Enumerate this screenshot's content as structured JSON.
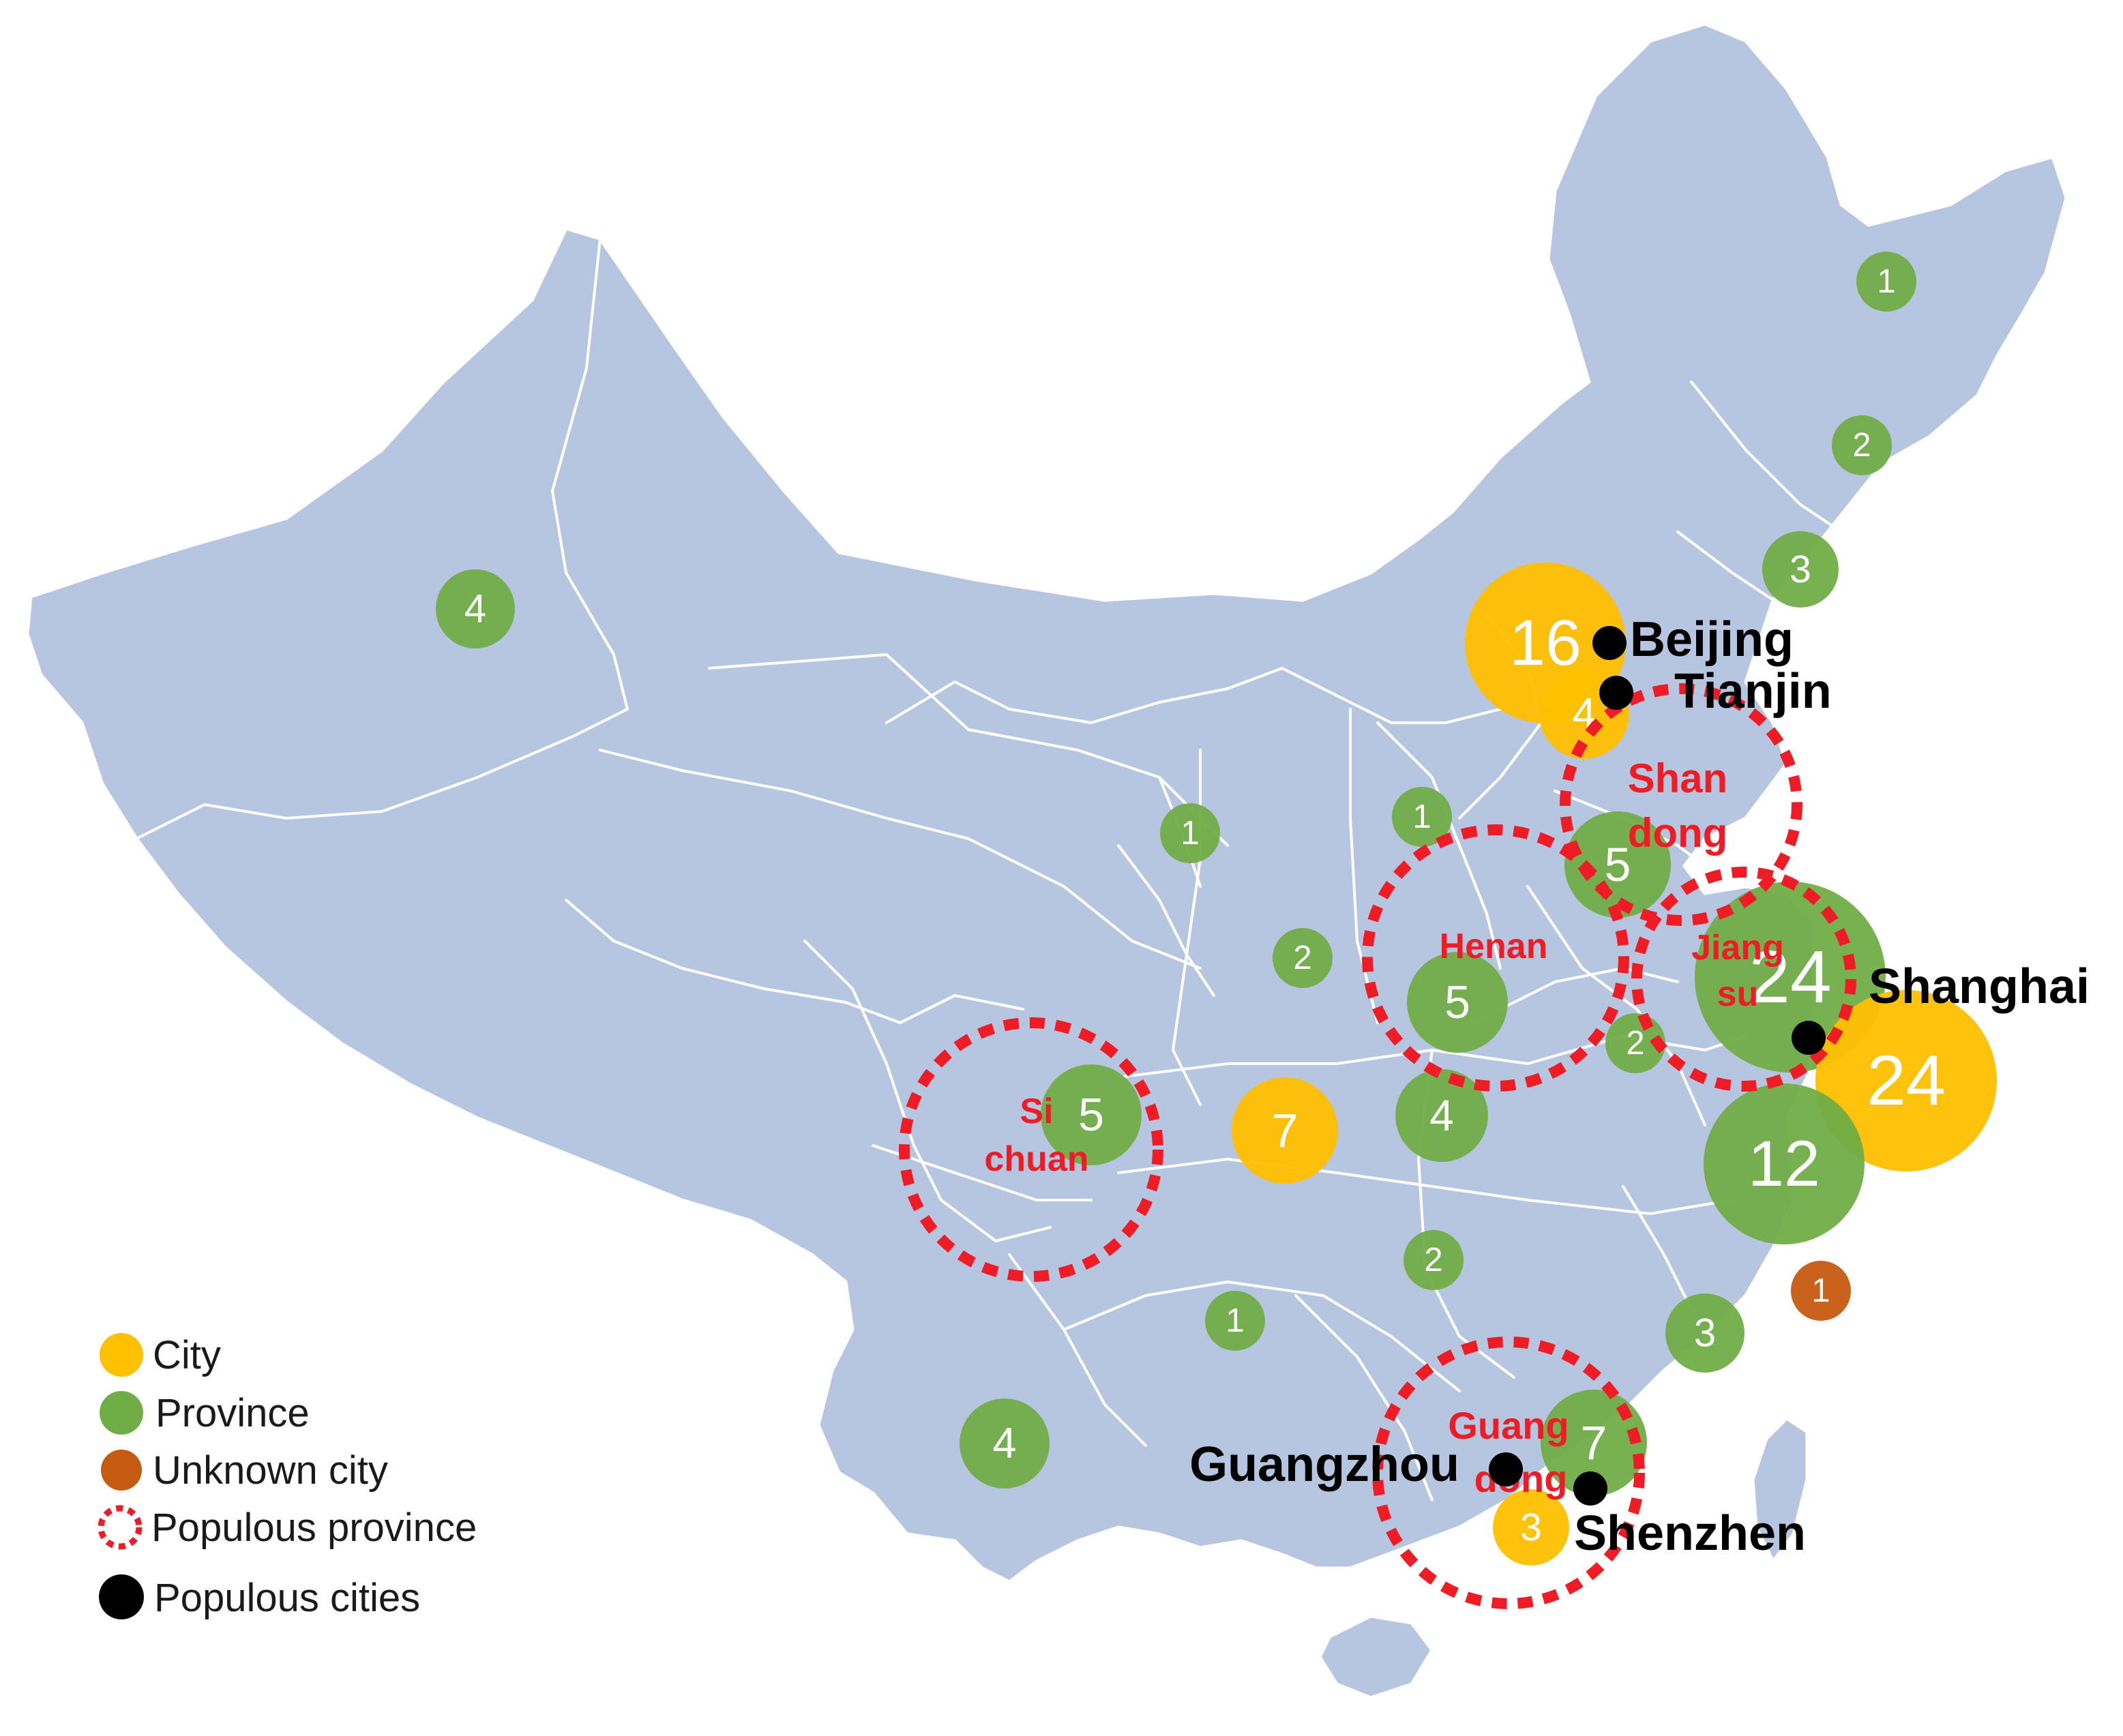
{
  "colors": {
    "city": "#ffc000",
    "province": "#70ad47",
    "unknown_city": "#c55a11",
    "populous_province": "#ee1c25",
    "populous_city": "#000000",
    "land": "#b7c6e0"
  },
  "legend": {
    "city": "City",
    "province": "Province",
    "unknown_city": "Unknown city",
    "populous_province": "Populous province",
    "populous_cities": "Populous cities"
  },
  "bubbles": [
    {
      "category": "province",
      "value": "4"
    },
    {
      "category": "province",
      "value": "1"
    },
    {
      "category": "province",
      "value": "2"
    },
    {
      "category": "province",
      "value": "3"
    },
    {
      "category": "city",
      "value": "16"
    },
    {
      "category": "city",
      "value": "4"
    },
    {
      "category": "province",
      "value": "1"
    },
    {
      "category": "province",
      "value": "1"
    },
    {
      "category": "province",
      "value": "5"
    },
    {
      "category": "province",
      "value": "2"
    },
    {
      "category": "province",
      "value": "5"
    },
    {
      "category": "province",
      "value": "24"
    },
    {
      "category": "province",
      "value": "2"
    },
    {
      "category": "city",
      "value": "24"
    },
    {
      "category": "province",
      "value": "5"
    },
    {
      "category": "city",
      "value": "7"
    },
    {
      "category": "province",
      "value": "4"
    },
    {
      "category": "province",
      "value": "12"
    },
    {
      "category": "unknown_city",
      "value": "1"
    },
    {
      "category": "province",
      "value": "2"
    },
    {
      "category": "province",
      "value": "1"
    },
    {
      "category": "province",
      "value": "3"
    },
    {
      "category": "province",
      "value": "4"
    },
    {
      "category": "province",
      "value": "7"
    },
    {
      "category": "city",
      "value": "3"
    }
  ],
  "populous_provinces": [
    {
      "label": [
        "Shan",
        "dong"
      ]
    },
    {
      "label": [
        "Henan"
      ]
    },
    {
      "label": [
        "Jiang",
        "su"
      ]
    },
    {
      "label": [
        "Si",
        "chuan"
      ]
    },
    {
      "label": [
        "Guang",
        "dong"
      ]
    }
  ],
  "populous_cities": [
    {
      "name": "Beijing"
    },
    {
      "name": "Tianjin"
    },
    {
      "name": "Shanghai"
    },
    {
      "name": "Guangzhou"
    },
    {
      "name": "Shenzhen"
    }
  ]
}
